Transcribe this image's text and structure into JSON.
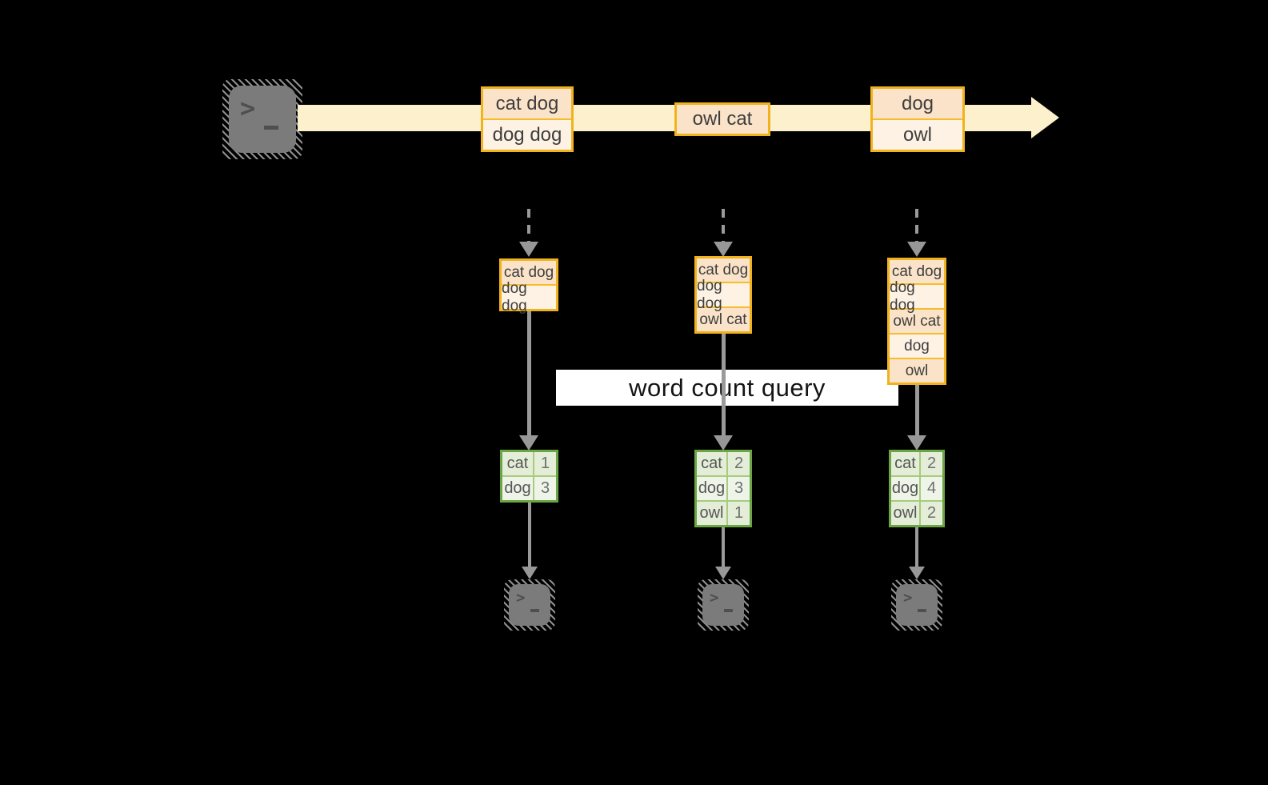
{
  "query": {
    "label": "word count query"
  },
  "terminal": {
    "prompt": ">"
  },
  "stream": {
    "events": [
      {
        "rows": [
          "cat dog",
          "dog dog"
        ]
      },
      {
        "rows": [
          "owl cat"
        ]
      },
      {
        "rows": [
          "dog",
          "owl"
        ]
      }
    ]
  },
  "columns": [
    {
      "state": [
        "cat dog",
        "dog dog"
      ],
      "counts": [
        {
          "word": "cat",
          "count": "1"
        },
        {
          "word": "dog",
          "count": "3"
        }
      ]
    },
    {
      "state": [
        "cat dog",
        "dog dog",
        "owl cat"
      ],
      "counts": [
        {
          "word": "cat",
          "count": "2"
        },
        {
          "word": "dog",
          "count": "3"
        },
        {
          "word": "owl",
          "count": "1"
        }
      ]
    },
    {
      "state": [
        "cat dog",
        "dog dog",
        "owl cat",
        "dog",
        "owl"
      ],
      "counts": [
        {
          "word": "cat",
          "count": "2"
        },
        {
          "word": "dog",
          "count": "4"
        },
        {
          "word": "owl",
          "count": "2"
        }
      ]
    }
  ],
  "colors": {
    "gold": "#F0B31E",
    "gold_light": "#F5BD2E",
    "peach_dark": "#FAE3C8",
    "peach_light": "#FDF2E4",
    "stream_yellow": "#FCF1CC",
    "green": "#6CA644",
    "green_grid": "#A8CB7E",
    "green_cell_dark": "#E3EDD7",
    "green_cell_light": "#EEF4E8",
    "gray_arrow": "#9A9A9A",
    "terminal_gray": "#7B7B7B",
    "label_bg": "#FFFFFF"
  }
}
